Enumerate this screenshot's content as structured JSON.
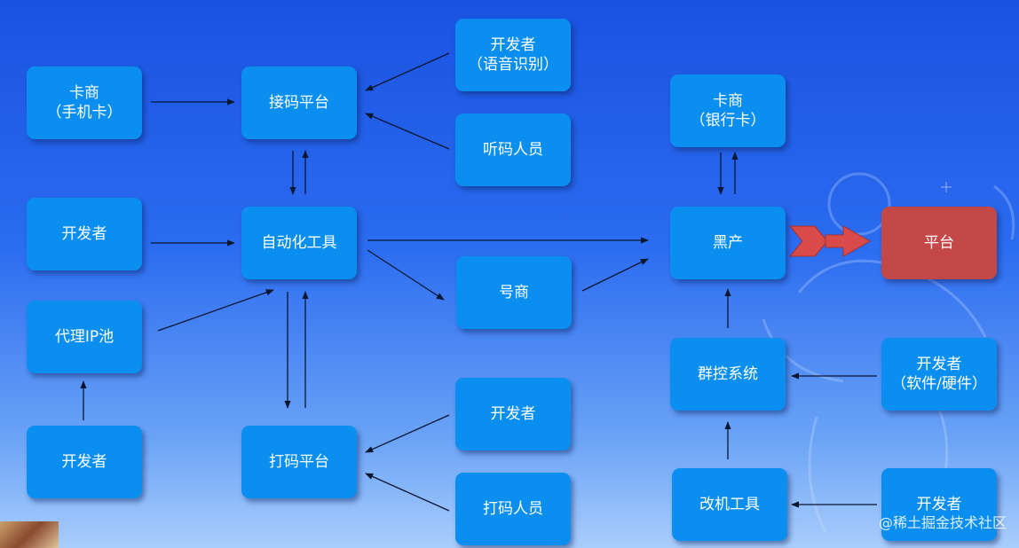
{
  "nodes": {
    "card_dealer_phone": {
      "line1": "卡商",
      "line2": "（手机卡）"
    },
    "code_receiving_platform": {
      "line1": "接码平台"
    },
    "developer_voice": {
      "line1": "开发者",
      "line2": "（语音识别）"
    },
    "code_listener": {
      "line1": "听码人员"
    },
    "developer_tools": {
      "line1": "开发者"
    },
    "automation_tool": {
      "line1": "自动化工具"
    },
    "account_dealer": {
      "line1": "号商"
    },
    "proxy_ip_pool": {
      "line1": "代理IP池"
    },
    "developer_proxy": {
      "line1": "开发者"
    },
    "captcha_platform": {
      "line1": "打码平台"
    },
    "developer_captcha": {
      "line1": "开发者"
    },
    "captcha_worker": {
      "line1": "打码人员"
    },
    "card_dealer_bank": {
      "line1": "卡商",
      "line2": "（银行卡）"
    },
    "black_industry": {
      "line1": "黑产"
    },
    "platform": {
      "line1": "平台"
    },
    "group_control": {
      "line1": "群控系统"
    },
    "developer_sw_hw": {
      "line1": "开发者",
      "line2": "（软件/硬件）"
    },
    "device_modify_tool": {
      "line1": "改机工具"
    },
    "developer_modify": {
      "line1": "开发者"
    }
  },
  "colors": {
    "node": "#0a8ff0",
    "platform": "#c44848",
    "arrow": "#0b1633",
    "attack_arrow": "#d94a4a"
  },
  "watermark": "@稀土掘金技术社区"
}
